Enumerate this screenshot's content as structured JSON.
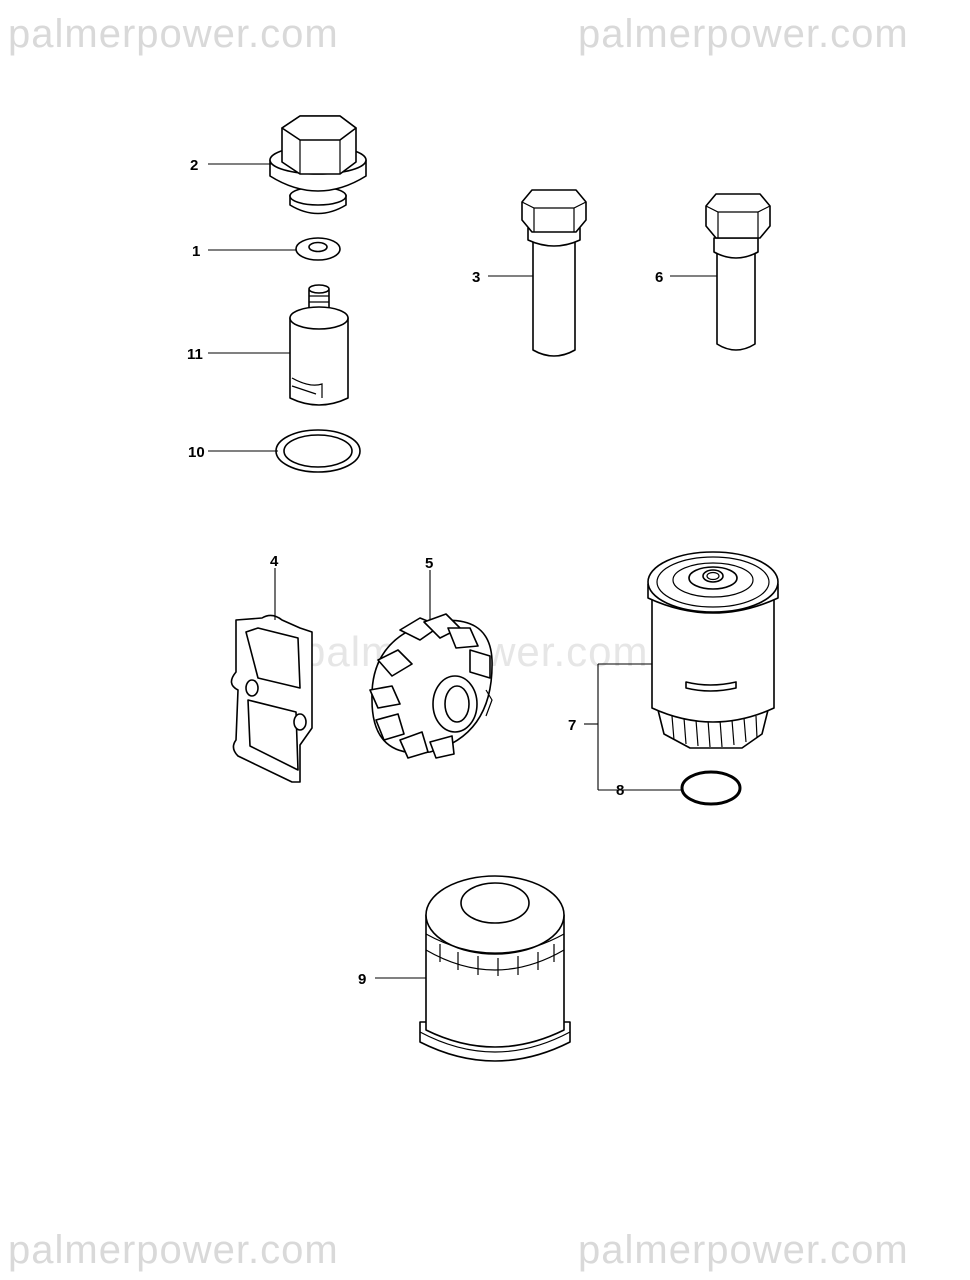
{
  "watermarks": {
    "top_left": "palmerpower.com",
    "top_right": "palmerpower.com",
    "bottom_left": "palmerpower.com",
    "bottom_right": "palmerpower.com",
    "center": "palmerpower.com"
  },
  "callouts": {
    "c1": "1",
    "c2": "2",
    "c3": "3",
    "c4": "4",
    "c5": "5",
    "c6": "6",
    "c7": "7",
    "c8": "8",
    "c9": "9",
    "c10": "10",
    "c11": "11"
  }
}
